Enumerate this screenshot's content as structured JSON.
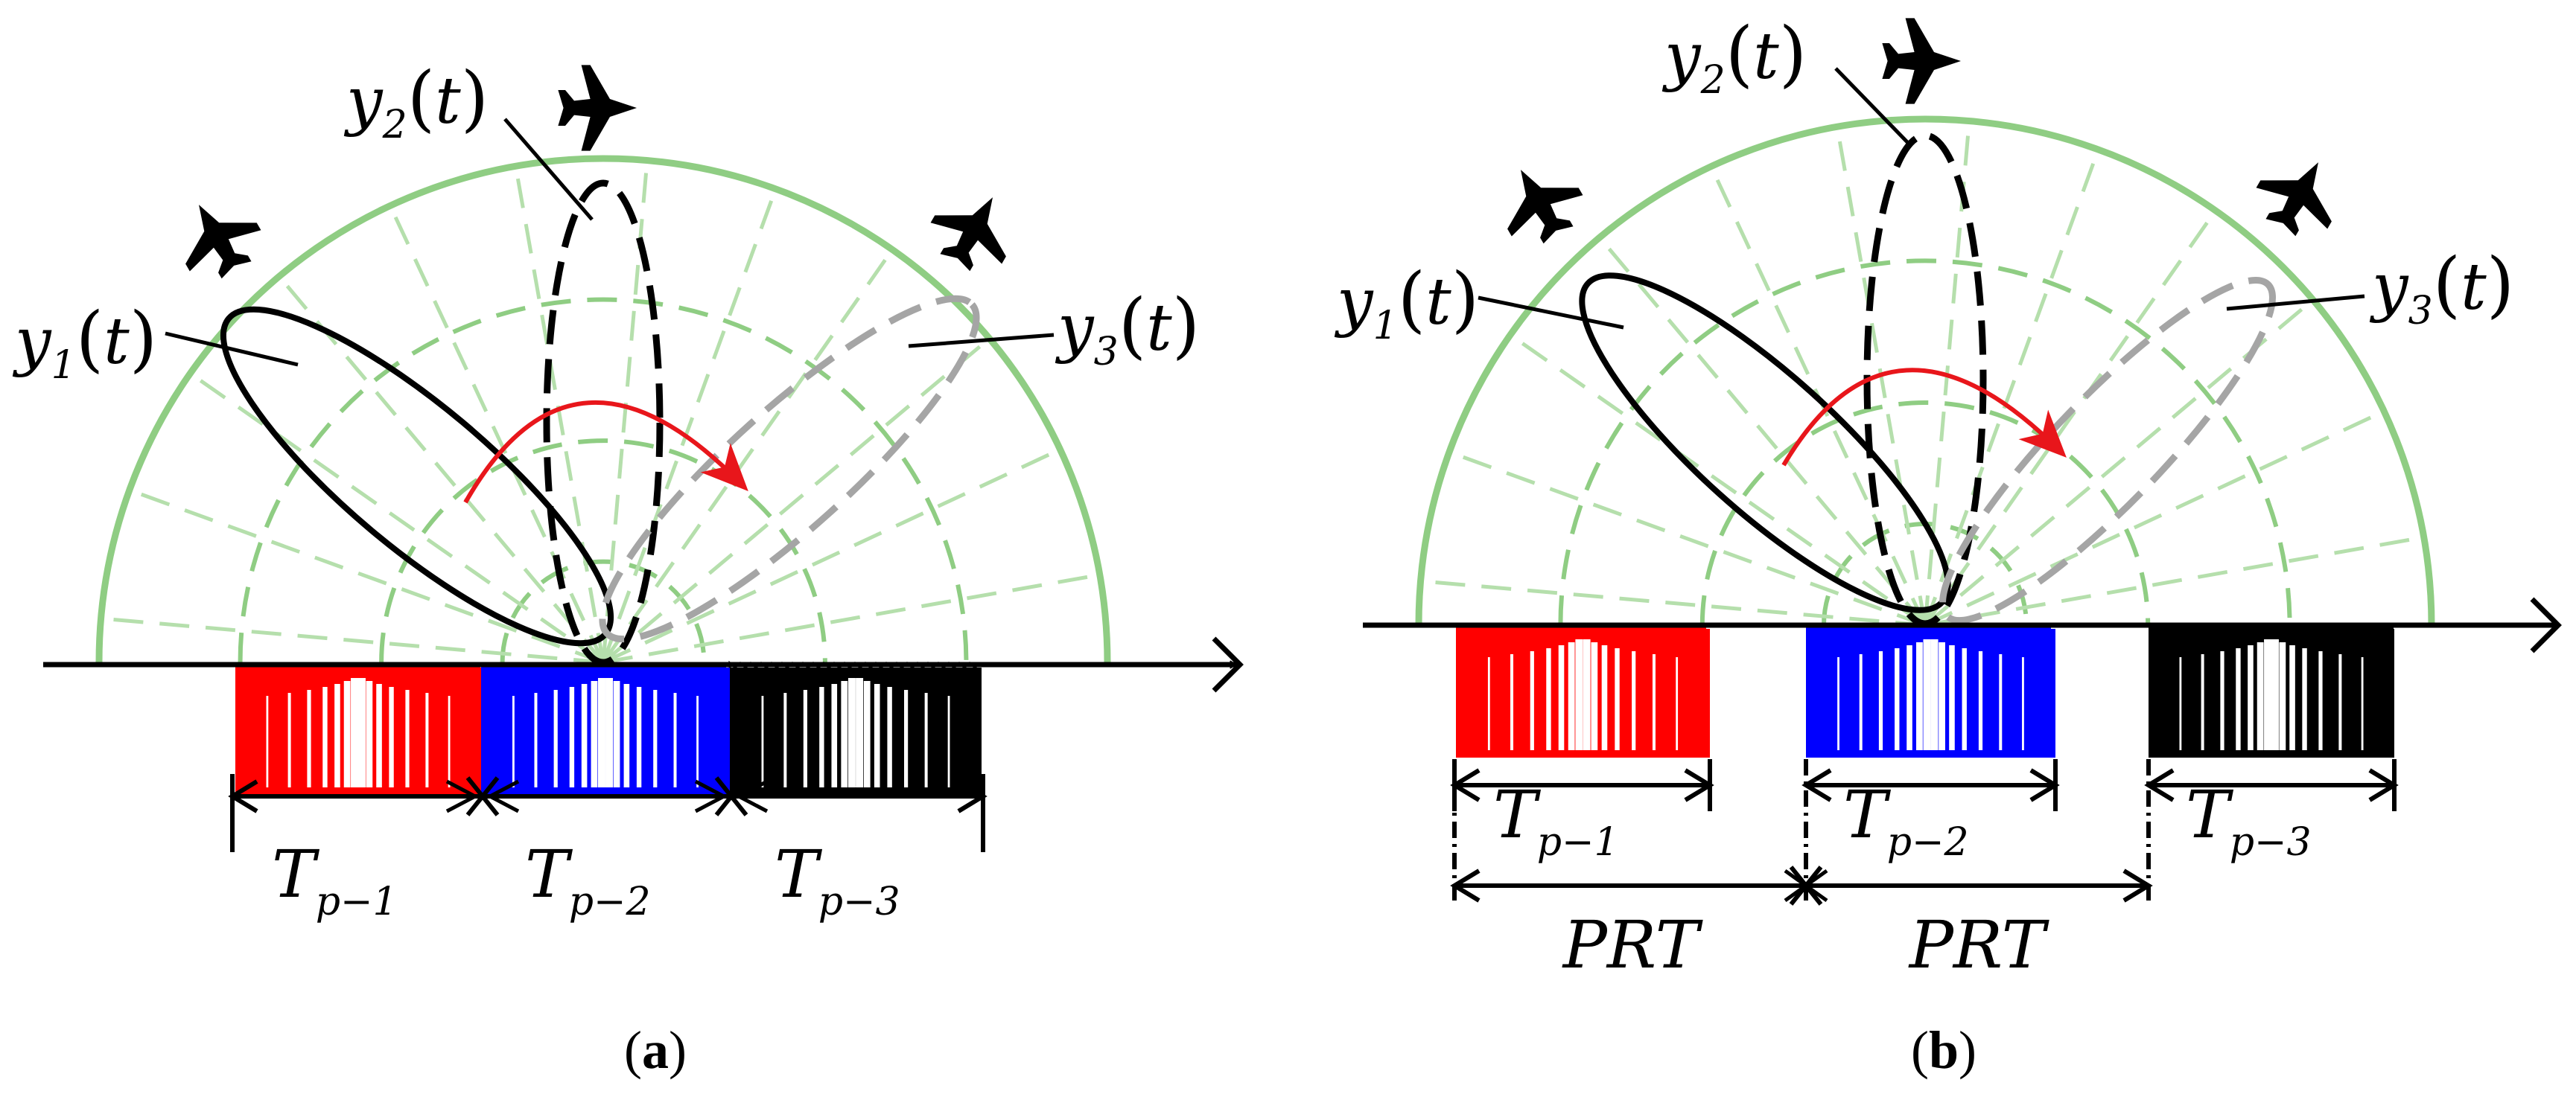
{
  "colors": {
    "range_ring": "#8fcd83",
    "range_ring_light": "#b5dfac",
    "scan_arrow": "#e8161b",
    "pulse_1": "#ff0000",
    "pulse_2": "#0000ff",
    "pulse_3": "#000000",
    "beam_3": "#a5a5a5"
  },
  "panels": [
    {
      "caption_open": "(",
      "caption_letter": "a",
      "caption_close": ")",
      "beams": [
        {
          "symbol": "y",
          "index": "1",
          "arg": "t"
        },
        {
          "symbol": "y",
          "index": "2",
          "arg": "t"
        },
        {
          "symbol": "y",
          "index": "3",
          "arg": "t"
        }
      ],
      "pulses": [
        {
          "symbol": "T",
          "sub": "p−1"
        },
        {
          "symbol": "T",
          "sub": "p−2"
        },
        {
          "symbol": "T",
          "sub": "p−3"
        }
      ]
    },
    {
      "caption_open": "(",
      "caption_letter": "b",
      "caption_close": ")",
      "beams": [
        {
          "symbol": "y",
          "index": "1",
          "arg": "t"
        },
        {
          "symbol": "y",
          "index": "2",
          "arg": "t"
        },
        {
          "symbol": "y",
          "index": "3",
          "arg": "t"
        }
      ],
      "pulses": [
        {
          "symbol": "T",
          "sub": "p−1"
        },
        {
          "symbol": "T",
          "sub": "p−2"
        },
        {
          "symbol": "T",
          "sub": "p−3"
        }
      ],
      "intervals": [
        "PRT",
        "PRT"
      ]
    }
  ]
}
